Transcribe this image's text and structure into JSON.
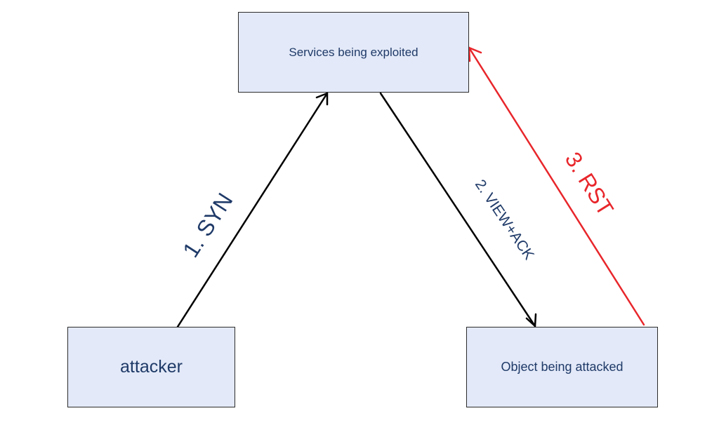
{
  "nodes": {
    "services": {
      "label": "Services being exploited"
    },
    "attacker": {
      "label": "attacker"
    },
    "target": {
      "label": "Object being attacked"
    }
  },
  "edges": [
    {
      "id": "syn",
      "label": "1. SYN",
      "from": "attacker",
      "to": "services",
      "color": "#000000",
      "label_color": "#1f3a68"
    },
    {
      "id": "view-ack",
      "label": "2. VIEW+ACK",
      "from": "services",
      "to": "target",
      "color": "#000000",
      "label_color": "#1f3a68"
    },
    {
      "id": "rst",
      "label": "3. RST",
      "from": "target",
      "to": "services",
      "color": "#e8262b",
      "label_color": "#e8262b"
    }
  ],
  "colors": {
    "box_fill": "#e3e9f8",
    "box_stroke": "#2b2b2b",
    "text": "#1f3a68",
    "accent_red": "#e8262b"
  }
}
